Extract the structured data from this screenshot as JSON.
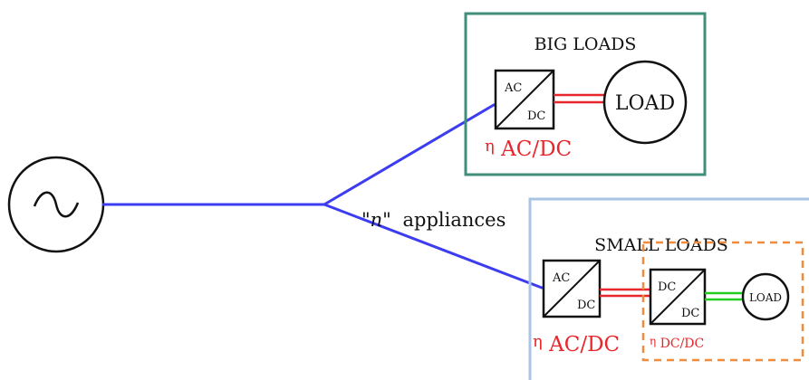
{
  "colors": {
    "line": "#3c3cf0",
    "big_box": "#3f8f7a",
    "small_box": "#a9c5e6",
    "dcdc_box": "#f08c3c",
    "red": "#e8262b",
    "green": "#22cc22",
    "black": "#111111"
  },
  "source": {
    "icon": "ac-source-icon",
    "symbol": "~"
  },
  "branch_label": {
    "n": "\"n\"",
    "rest": "appliances"
  },
  "big_loads": {
    "title": "BIG LOADS",
    "converter": {
      "top": "AC",
      "bottom": "DC"
    },
    "load": "LOAD",
    "eta": {
      "symbol": "η",
      "sub": "AC/DC"
    }
  },
  "small_loads": {
    "title": "SMALL LOADS",
    "converter_acdc": {
      "top": "AC",
      "bottom": "DC"
    },
    "eta_acdc": {
      "symbol": "η",
      "sub": "AC/DC"
    },
    "converter_dcdc": {
      "top": "DC",
      "bottom": "DC"
    },
    "eta_dcdc": {
      "symbol": "η",
      "sub": "DC/DC"
    },
    "load": "LOAD"
  }
}
